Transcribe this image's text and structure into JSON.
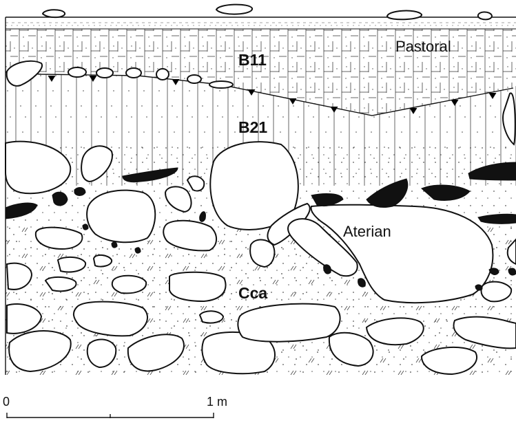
{
  "figure": {
    "horizons": {
      "b11": "B11",
      "b21": "B21",
      "cca": "Cca"
    },
    "annotations": {
      "pastoral": "Pastoral",
      "aterian": "Aterian"
    },
    "scale_bar": {
      "start_label": "0",
      "end_label": "1 m"
    },
    "colors": {
      "ink": "#111111",
      "background": "#ffffff",
      "stipple": "#555555"
    }
  }
}
